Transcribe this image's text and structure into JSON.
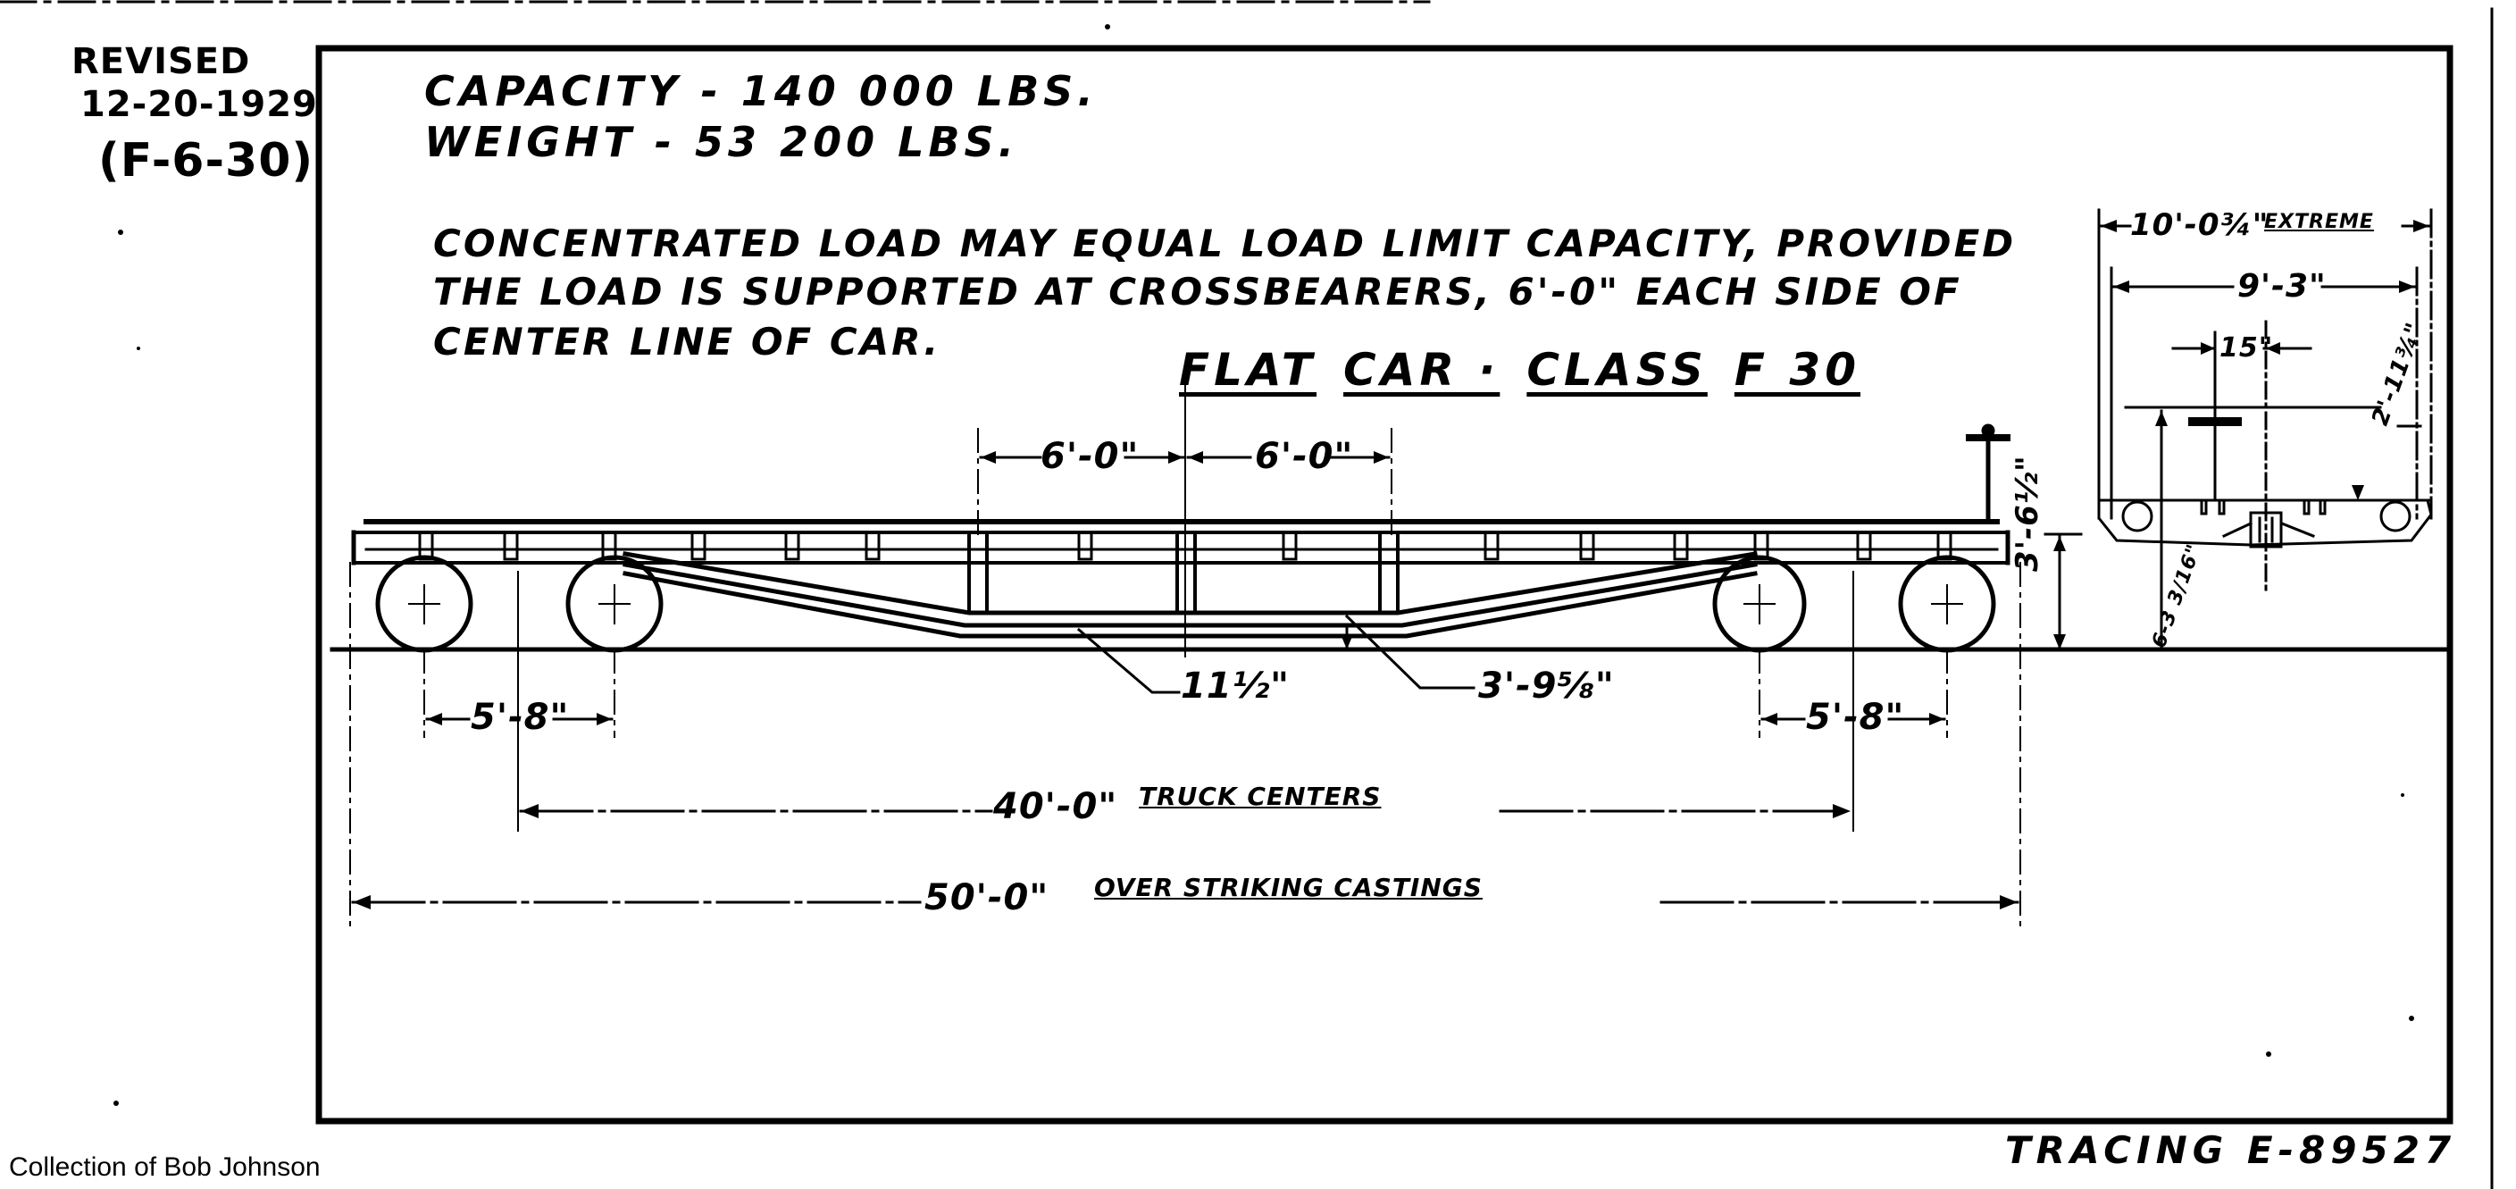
{
  "revision": {
    "label": "REVISED",
    "date": "12-20-1929",
    "ref": "(F-6-30)"
  },
  "specs": {
    "capacity": "CAPACITY - 140 000 LBS.",
    "weight": "WEIGHT -   53 200 LBS."
  },
  "note": {
    "line1": "CONCENTRATED LOAD MAY EQUAL LOAD LIMIT CAPACITY, PROVIDED",
    "line2": "THE LOAD IS SUPPORTED AT CROSSBEARERS, 6'-0\" EACH SIDE OF",
    "line3": "CENTER LINE OF CAR."
  },
  "title": {
    "part1": "FLAT",
    "part2": "CAR ·",
    "part3": "CLASS",
    "part4": "F 30"
  },
  "side_view": {
    "crossbearer_left": "6'-0\"",
    "crossbearer_right": "6'-0\"",
    "wheelbase_left": "5'-8\"",
    "wheelbase_right": "5'-8\"",
    "rail_to_sill_bottom": "11½\"",
    "rail_to_center_sill": "3'-9⅝\"",
    "rail_to_deck": "3'-6½\"",
    "truck_centers_value": "40'-0\"",
    "truck_centers_label": "TRUCK CENTERS",
    "over_castings_value": "50'-0\"",
    "over_castings_label": "OVER STRIKING CASTINGS"
  },
  "end_view": {
    "extreme_width_value": "10'-0¾\"",
    "extreme_width_label": "EXTREME",
    "width": "9'-3\"",
    "brake_offset": "15\"",
    "brake_height": "2'-11¾\"",
    "rail_height": "6-3 3/16\""
  },
  "footer": {
    "credit": "Collection of Bob Johnson",
    "tracing": "TRACING E-89527"
  }
}
